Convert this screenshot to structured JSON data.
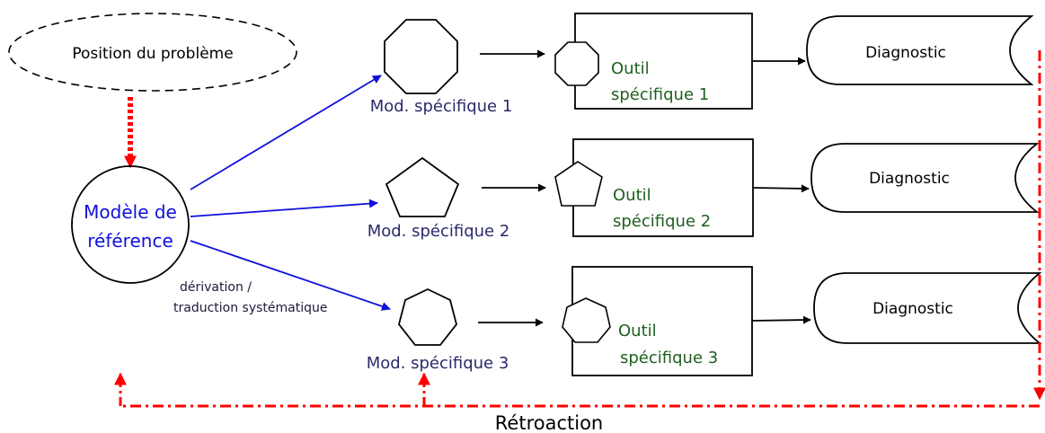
{
  "problem_label": "Position du problème",
  "reference_model": {
    "line1": "Modèle de",
    "line2": "référence"
  },
  "derivation_label": {
    "line1": "dérivation /",
    "line2": "traduction systématique"
  },
  "rows": [
    {
      "model_label": "Mod. spécifique 1",
      "tool_line1": "Outil",
      "tool_line2": "spécifique 1",
      "diagnostic_label": "Diagnostic"
    },
    {
      "model_label": "Mod. spécifique 2",
      "tool_line1": "Outil",
      "tool_line2": "spécifique 2",
      "diagnostic_label": "Diagnostic"
    },
    {
      "model_label": "Mod. spécifique 3",
      "tool_line1": "Outil",
      "tool_line2": "spécifique 3",
      "diagnostic_label": "Diagnostic"
    }
  ],
  "feedback_label": "Rétroaction",
  "colors": {
    "reference": "#1010dd",
    "model_text": "#2a2a6a",
    "tool_text": "#1f5f1f",
    "feedback": "#ff0000",
    "stroke": "#000000"
  }
}
